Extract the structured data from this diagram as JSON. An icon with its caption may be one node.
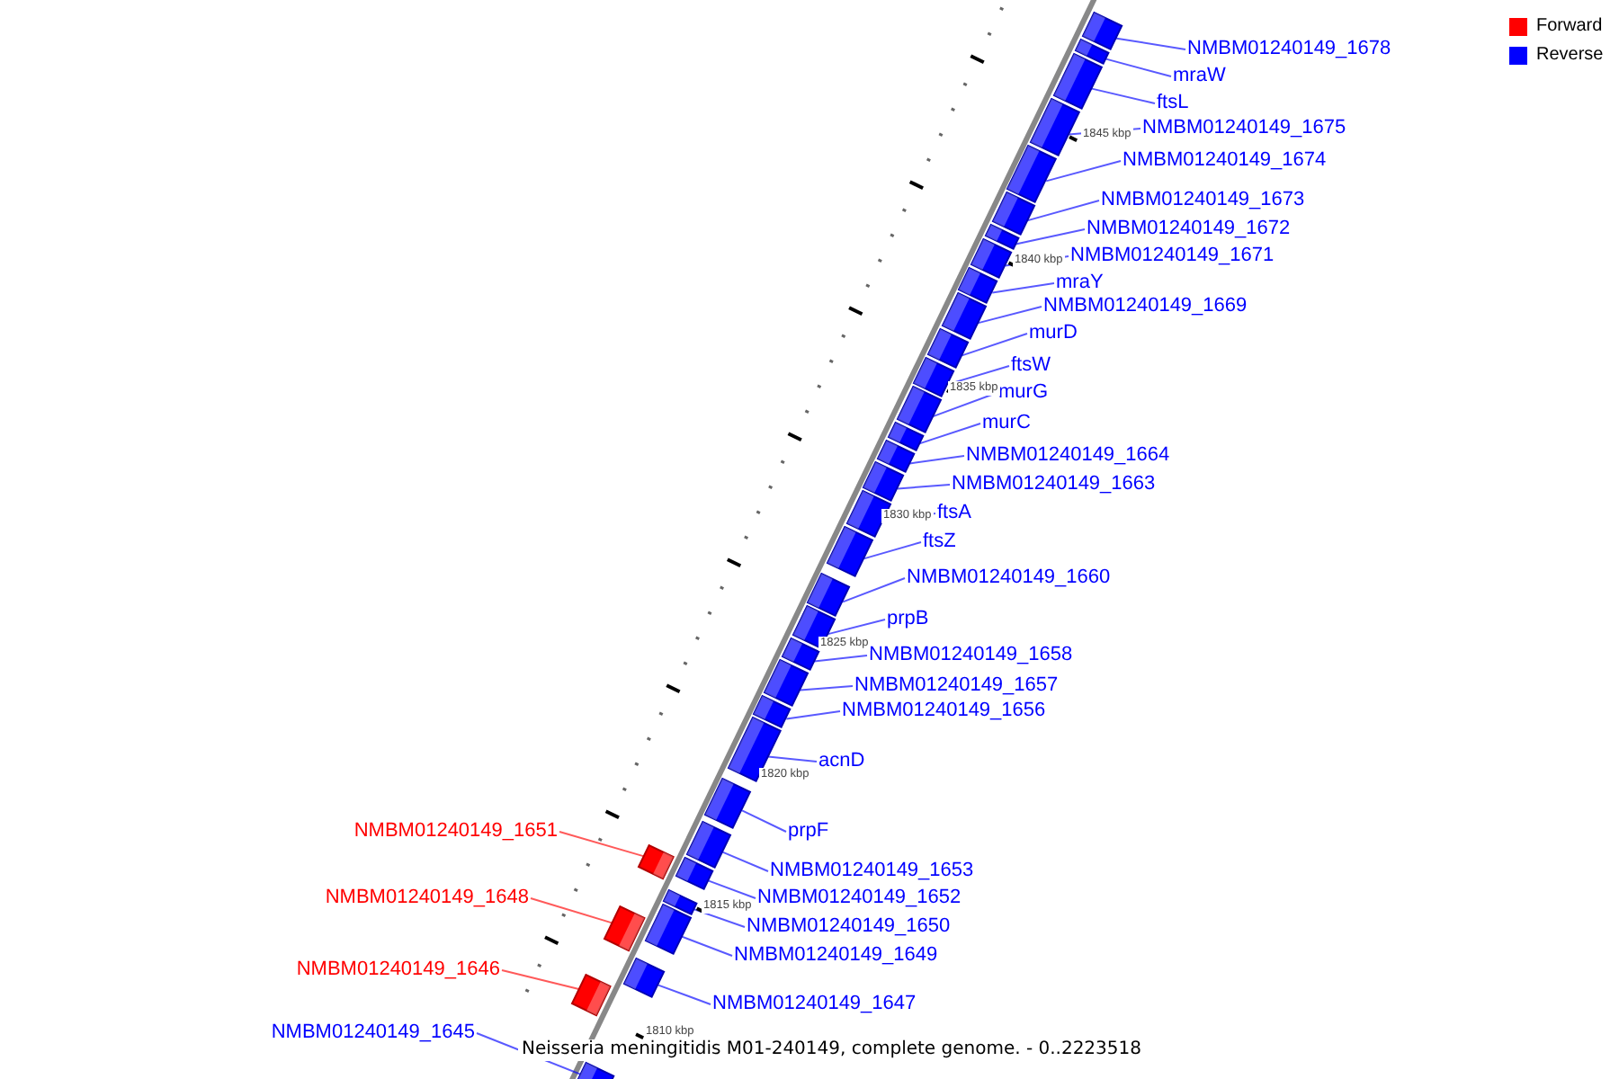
{
  "diagram": {
    "title": "Neisseria meningitidis M01-240149, complete genome. - 0..2223518",
    "nodes": [
      {
        "text": [
          "NMBM01240149_1678"
        ]
      },
      {
        "text": [],
        "shape": "box"
      },
      {
        "text": [
          "mraW"
        ]
      },
      {
        "text": [],
        "shape": "box"
      },
      {
        "text": [
          "ftsL"
        ]
      },
      {
        "text": [],
        "shape": "box"
      },
      {
        "text": [
          "NMBM01240149_1675"
        ]
      },
      {
        "text": [],
        "shape": "box"
      },
      {
        "text": [
          "NMBM01240149_1674"
        ]
      },
      {
        "text": [],
        "shape": "box"
      },
      {
        "text": [
          "NMBM01240149_1673"
        ]
      },
      {
        "text": [],
        "shape": "box"
      },
      {
        "text": [
          "NMBM01240149_1672"
        ]
      },
      {
        "text": [],
        "shape": "box"
      },
      {
        "text": [
          "NMBM01240149_1671"
        ]
      },
      {
        "text": [],
        "shape": "box"
      },
      {
        "text": [
          "mraY"
        ]
      },
      {
        "text": [],
        "shape": "box"
      },
      {
        "text": [
          "NMBM01240149_1669"
        ]
      },
      {
        "text": [],
        "shape": "box"
      },
      {
        "text": [
          "murD"
        ]
      },
      {
        "text": [],
        "shape": "box"
      },
      {
        "text": [
          "ftsW"
        ]
      },
      {
        "text": [],
        "shape": "box"
      },
      {
        "text": [
          "murG"
        ]
      },
      {
        "text": [],
        "shape": "box"
      },
      {
        "text": [
          "murC"
        ]
      },
      {
        "text": [],
        "shape": "box"
      },
      {
        "text": [
          "NMBM01240149_1664"
        ]
      },
      {
        "text": [],
        "shape": "box"
      },
      {
        "text": [
          "NMBM01240149_1663"
        ]
      },
      {
        "text": [],
        "shape": "box"
      },
      {
        "text": [
          "ftsA"
        ]
      },
      {
        "text": [],
        "shape": "box"
      },
      {
        "text": [
          "ftsZ"
        ]
      },
      {
        "text": [],
        "shape": "box"
      },
      {
        "text": [
          "NMBM01240149_1660"
        ]
      },
      {
        "text": [],
        "shape": "box"
      },
      {
        "text": [
          "prpB"
        ]
      },
      {
        "text": [],
        "shape": "box"
      },
      {
        "text": [
          "NMBM01240149_1658"
        ]
      },
      {
        "text": [],
        "shape": "box"
      },
      {
        "text": [
          "NMBM01240149_1657"
        ]
      },
      {
        "text": [],
        "shape": "box"
      },
      {
        "text": [
          "NMBM01240149_1656"
        ]
      },
      {
        "text": [],
        "shape": "box"
      },
      {
        "text": [
          "acnD"
        ]
      },
      {
        "text": [],
        "shape": "box"
      },
      {
        "text": [
          "prpF"
        ]
      },
      {
        "text": [],
        "shape": "box"
      },
      {
        "text": [
          "NMBM01240149_1651"
        ]
      },
      {
        "text": [],
        "shape": "box"
      },
      {
        "text": [
          "NMBM01240149_1653"
        ]
      },
      {
        "text": [],
        "shape": "box"
      },
      {
        "text": [
          "NMBM01240149_1652"
        ]
      },
      {
        "text": [],
        "shape": "box"
      },
      {
        "text": [
          "NMBM01240149_1648"
        ]
      },
      {
        "text": [],
        "shape": "box"
      },
      {
        "text": [
          "NMBM01240149_1650"
        ]
      },
      {
        "text": [],
        "shape": "box"
      },
      {
        "text": [
          "NMBM01240149_1649"
        ]
      },
      {
        "text": [],
        "shape": "box"
      },
      {
        "text": [
          "NMBM01240149_1646"
        ]
      },
      {
        "text": [],
        "shape": "box"
      },
      {
        "text": [
          "NMBM01240149_1647"
        ]
      },
      {
        "text": [],
        "shape": "box"
      },
      {
        "text": [
          "NMBM01240149_1645"
        ]
      },
      {
        "text": [],
        "shape": "box"
      }
    ],
    "edges": [
      {
        "from": 0,
        "to": 1,
        "arrow": "none"
      },
      {
        "from": 2,
        "to": 3,
        "arrow": "none"
      },
      {
        "from": 4,
        "to": 5,
        "arrow": "none"
      },
      {
        "from": 6,
        "to": 7,
        "arrow": "none"
      },
      {
        "from": 8,
        "to": 9,
        "arrow": "none"
      },
      {
        "from": 10,
        "to": 11,
        "arrow": "none"
      },
      {
        "from": 12,
        "to": 13,
        "arrow": "none"
      },
      {
        "from": 14,
        "to": 15,
        "arrow": "none"
      },
      {
        "from": 16,
        "to": 17,
        "arrow": "none"
      },
      {
        "from": 18,
        "to": 19,
        "arrow": "none"
      },
      {
        "from": 20,
        "to": 21,
        "arrow": "none"
      },
      {
        "from": 22,
        "to": 23,
        "arrow": "none"
      },
      {
        "from": 24,
        "to": 25,
        "arrow": "none"
      },
      {
        "from": 26,
        "to": 27,
        "arrow": "none"
      },
      {
        "from": 28,
        "to": 29,
        "arrow": "none"
      },
      {
        "from": 30,
        "to": 31,
        "arrow": "none"
      },
      {
        "from": 32,
        "to": 33,
        "arrow": "none"
      },
      {
        "from": 34,
        "to": 35,
        "arrow": "none"
      },
      {
        "from": 36,
        "to": 37,
        "arrow": "none"
      },
      {
        "from": 38,
        "to": 39,
        "arrow": "none"
      },
      {
        "from": 40,
        "to": 41,
        "arrow": "none"
      },
      {
        "from": 42,
        "to": 43,
        "arrow": "none"
      },
      {
        "from": 44,
        "to": 45,
        "arrow": "none"
      },
      {
        "from": 46,
        "to": 47,
        "arrow": "none"
      },
      {
        "from": 48,
        "to": 49,
        "arrow": "none"
      },
      {
        "from": 50,
        "to": 51,
        "arrow": "none",
        "color": "#ff0000"
      },
      {
        "from": 52,
        "to": 53,
        "arrow": "none"
      },
      {
        "from": 54,
        "to": 55,
        "arrow": "none"
      },
      {
        "from": 56,
        "to": 57,
        "arrow": "none",
        "color": "#ff0000"
      },
      {
        "from": 58,
        "to": 59,
        "arrow": "none"
      },
      {
        "from": 60,
        "to": 61,
        "arrow": "none"
      },
      {
        "from": 62,
        "to": 63,
        "arrow": "none",
        "color": "#ff0000"
      },
      {
        "from": 64,
        "to": 65,
        "arrow": "none"
      },
      {
        "from": 66,
        "to": 67,
        "arrow": "none"
      }
    ],
    "labels": [
      "1845 kbp",
      "1840 kbp",
      "1835 kbp",
      "1830 kbp",
      "1825 kbp",
      "1820 kbp",
      "1815 kbp",
      "1810 kbp"
    ],
    "legend": [
      {
        "text": "Forward",
        "color": "#ff0000"
      },
      {
        "text": "Reverse",
        "color": "#0000ff"
      }
    ]
  }
}
